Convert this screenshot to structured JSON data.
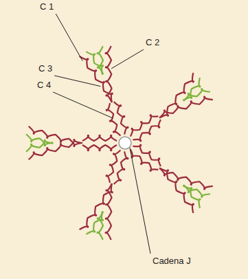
{
  "diagram": {
    "labels": [
      "C 1",
      "C 2",
      "C 3",
      "C 4",
      "Cadena J"
    ]
  }
}
